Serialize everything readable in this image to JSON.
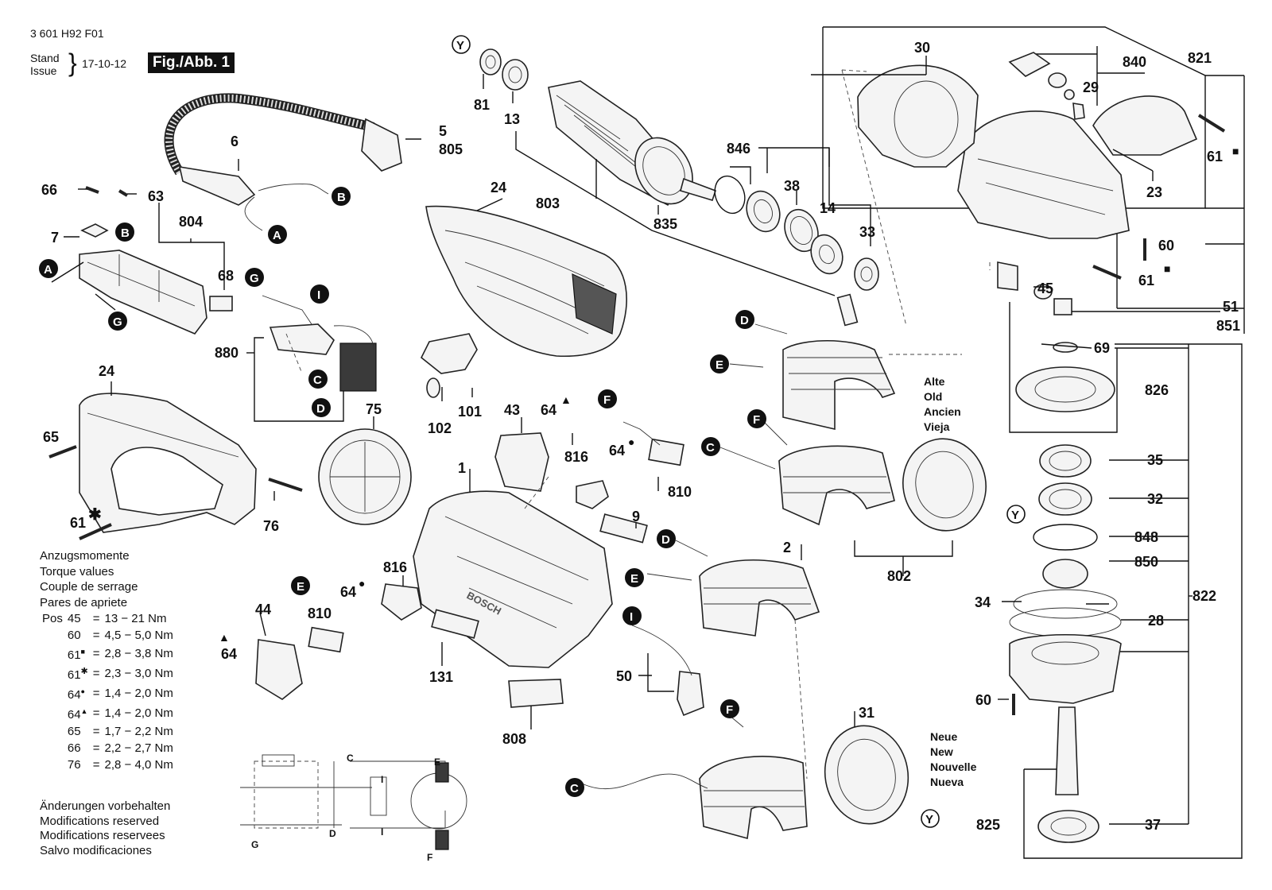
{
  "header": {
    "doc_number": "3 601 H92 F01",
    "stand_label": "Stand",
    "issue_label": "Issue",
    "date": "17-10-12",
    "figure_label": "Fig./Abb. 1"
  },
  "torque": {
    "title_lines": [
      "Anzugsmomente",
      "Torque values",
      "Couple de serrage",
      "Pares de apriete"
    ],
    "pos_label": "Pos",
    "rows": [
      {
        "pos": "45",
        "mark": "",
        "eq": "=",
        "value": "13 − 21 Nm"
      },
      {
        "pos": "60",
        "mark": "",
        "eq": "=",
        "value": "4,5 − 5,0 Nm"
      },
      {
        "pos": "61",
        "mark": "■",
        "eq": "=",
        "value": "2,8 − 3,8 Nm"
      },
      {
        "pos": "61",
        "mark": "✱",
        "eq": "=",
        "value": "2,3 − 3,0 Nm"
      },
      {
        "pos": "64",
        "mark": "●",
        "eq": "=",
        "value": "1,4 − 2,0 Nm"
      },
      {
        "pos": "64",
        "mark": "▲",
        "eq": "=",
        "value": "1,4 − 2,0 Nm"
      },
      {
        "pos": "65",
        "mark": "",
        "eq": "=",
        "value": "1,7 − 2,2 Nm"
      },
      {
        "pos": "66",
        "mark": "",
        "eq": "=",
        "value": "2,2 − 2,7 Nm"
      },
      {
        "pos": "76",
        "mark": "",
        "eq": "=",
        "value": "2,8 − 4,0 Nm"
      }
    ]
  },
  "modifications": [
    "Änderungen vorbehalten",
    "Modifications reserved",
    "Modifications reservees",
    "Salvo modificaciones"
  ],
  "stator_old": [
    "Alte",
    "Old",
    "Ancien",
    "Vieja"
  ],
  "stator_new": [
    "Neue",
    "New",
    "Nouvelle",
    "Nueva"
  ],
  "part_labels": {
    "p81": "81",
    "p13": "13",
    "p803": "803",
    "p835": "835",
    "p24a": "24",
    "p846": "846",
    "p38": "38",
    "p14": "14",
    "p33": "33",
    "p30": "30",
    "p840": "840",
    "p821": "821",
    "p29": "29",
    "p61a": "61",
    "p23": "23",
    "p60a": "60",
    "p61b": "61",
    "p45": "45",
    "p51": "51",
    "p851": "851",
    "p69": "69",
    "p826": "826",
    "p35": "35",
    "p32": "32",
    "p848": "848",
    "p850": "850",
    "p34": "34",
    "p822": "822",
    "p28": "28",
    "p60b": "60",
    "p825": "825",
    "p37": "37",
    "p5": "5",
    "p805": "805",
    "p6": "6",
    "p66": "66",
    "p63": "63",
    "p804": "804",
    "p7": "7",
    "p68": "68",
    "p880": "880",
    "p24b": "24",
    "p65": "65",
    "p61c": "61",
    "p75": "75",
    "p76": "76",
    "p102": "102",
    "p101": "101",
    "p43": "43",
    "p64a": "64",
    "p64b": "64",
    "p816a": "816",
    "p810a": "810",
    "p9": "9",
    "p1": "1",
    "p816b": "816",
    "p64c": "64",
    "p810b": "810",
    "p131": "131",
    "p44": "44",
    "p64d": "64",
    "p50": "50",
    "p808": "808",
    "p2": "2",
    "p802": "802",
    "p31": "31"
  },
  "bubbles": {
    "A": "A",
    "B": "B",
    "C": "C",
    "D": "D",
    "E": "E",
    "F": "F",
    "G": "G",
    "I": "I",
    "Y": "Y"
  },
  "marks": {
    "square": "■",
    "circle": "●",
    "triangle": "▲",
    "star": "✱"
  },
  "schematic": {
    "C": "C",
    "D": "D",
    "E": "E",
    "F": "F",
    "G": "G",
    "I1": "I",
    "I2": "I"
  }
}
